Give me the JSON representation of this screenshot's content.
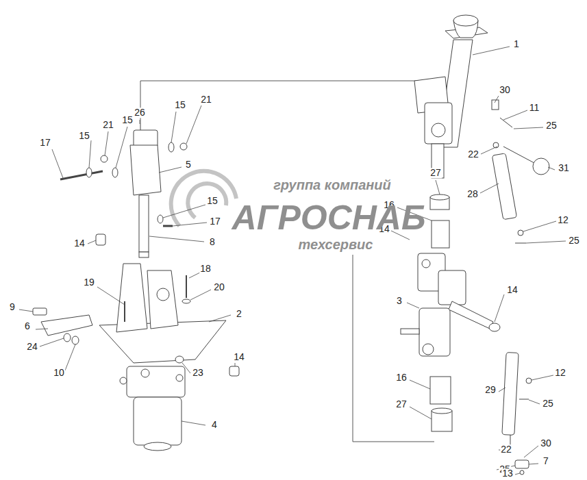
{
  "diagram": {
    "labels": [
      "1",
      "30",
      "11",
      "25",
      "22",
      "31",
      "28",
      "12",
      "25",
      "27",
      "16",
      "14",
      "3",
      "14",
      "16",
      "27",
      "12",
      "29",
      "25",
      "22",
      "30",
      "25",
      "7",
      "13",
      "26",
      "15",
      "21",
      "15",
      "21",
      "15",
      "17",
      "5",
      "15",
      "17",
      "8",
      "14",
      "18",
      "19",
      "20",
      "2",
      "9",
      "6",
      "24",
      "10",
      "23",
      "14",
      "4",
      "группа компаний",
      "АГРОСНАБ",
      "техсервис"
    ]
  }
}
